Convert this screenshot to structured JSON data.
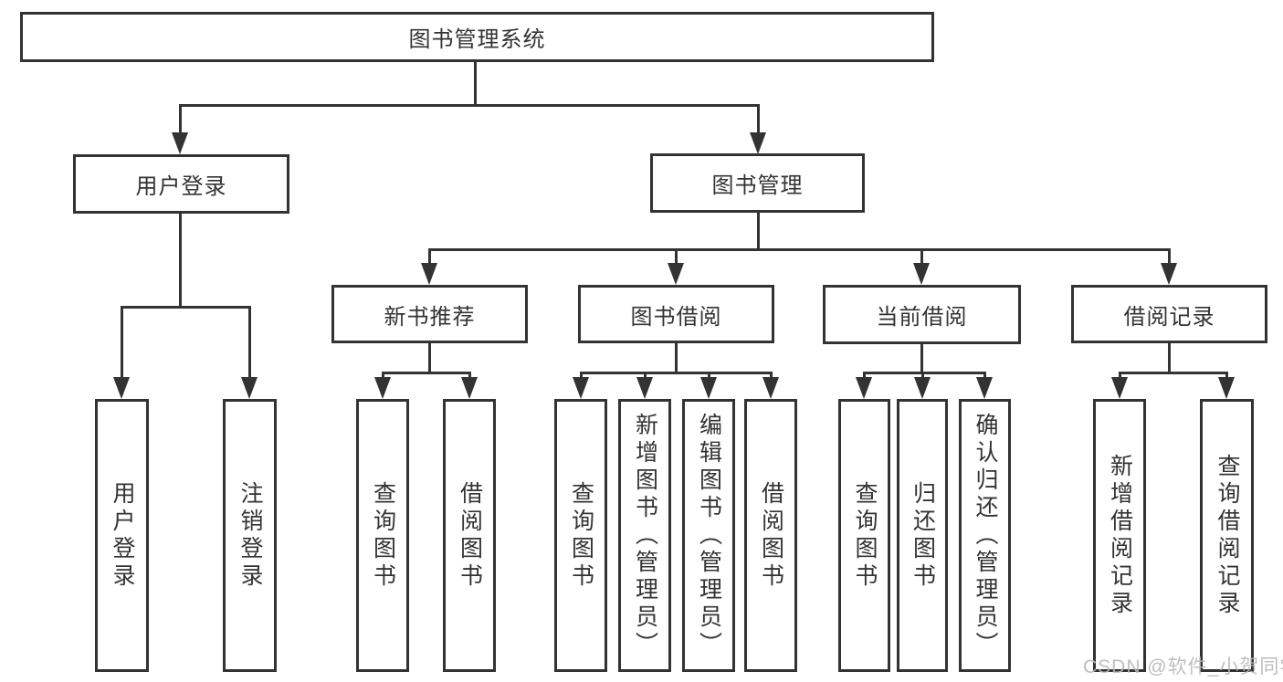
{
  "diagram": {
    "root": "图书管理系统",
    "level2": {
      "user_login": "用户登录",
      "book_management": "图书管理"
    },
    "level3": {
      "new_books": "新书推荐",
      "book_borrowing": "图书借阅",
      "current_borrowing": "当前借阅",
      "borrowing_records": "借阅记录"
    },
    "user_login_children": [
      "用户登录",
      "注销登录"
    ],
    "new_books_children": [
      "查询图书",
      "借阅图书"
    ],
    "book_borrowing_children": [
      "查询图书",
      "新增图书（管理员）",
      "编辑图书（管理员）",
      "借阅图书"
    ],
    "current_borrowing_children": [
      "查询图书",
      "归还图书",
      "确认归还（管理员）"
    ],
    "borrowing_records_children": [
      "新增借阅记录",
      "查询借阅记录"
    ]
  },
  "watermark": "CSDN @软件_小贺同学",
  "colors": {
    "line": "#333333",
    "text": "#333333",
    "watermark": "#b9b9b9",
    "background": "#ffffff"
  }
}
